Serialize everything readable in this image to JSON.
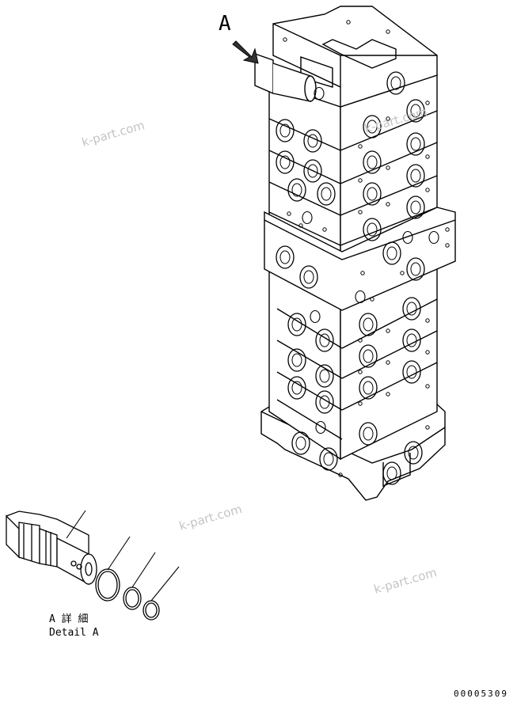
{
  "view_label": "A",
  "detail_label_jp": "A 詳 細",
  "detail_label_en": "Detail A",
  "watermarks": [
    "k-part.com",
    "k-part.com",
    "k-part.com",
    "k-part.com"
  ],
  "drawing_number": "00005309",
  "colors": {
    "line": "#000000",
    "arrow": "#333333",
    "watermark": "#c4c4c4"
  }
}
